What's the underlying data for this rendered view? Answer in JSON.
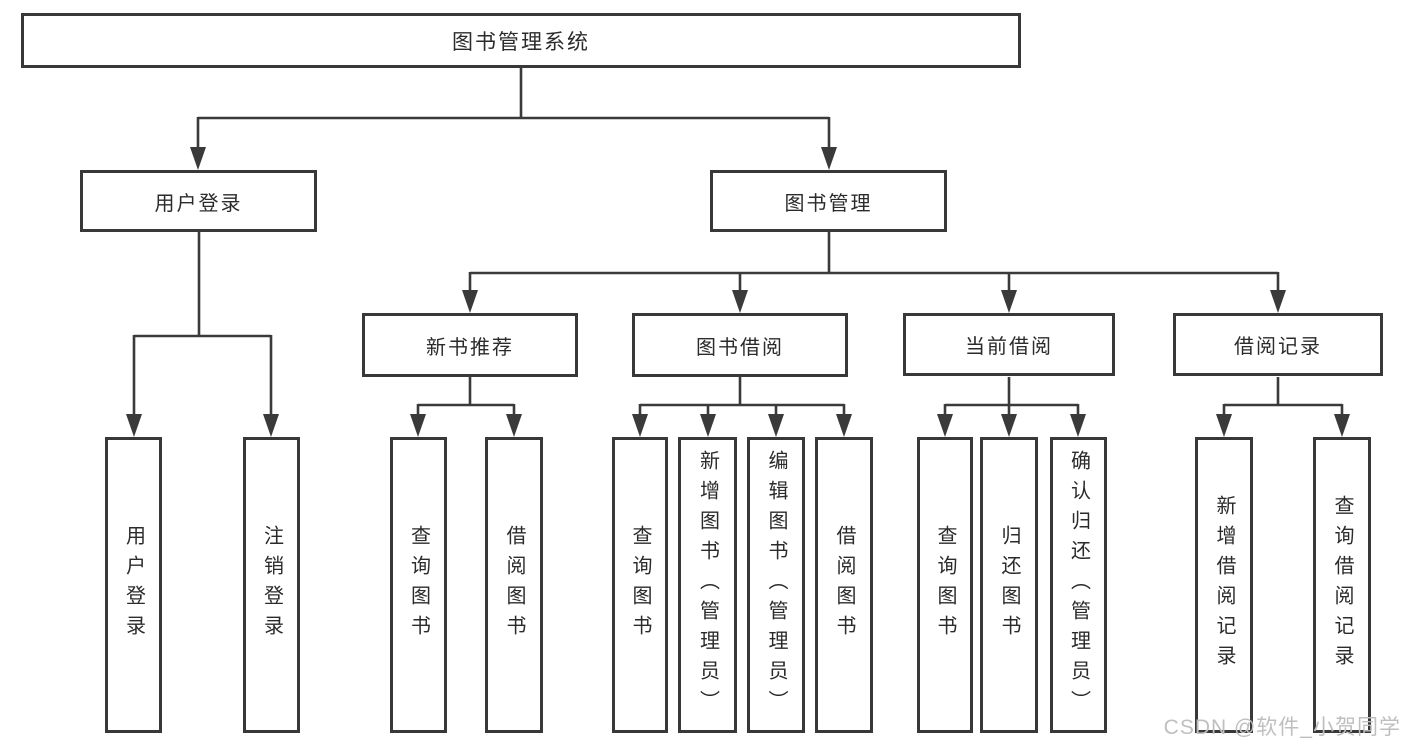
{
  "diagram": {
    "root": {
      "label": "图书管理系统"
    },
    "level2": {
      "user_login": {
        "label": "用户登录"
      },
      "book_mgmt": {
        "label": "图书管理"
      }
    },
    "level3": {
      "new_book_recommend": {
        "label": "新书推荐"
      },
      "book_borrow": {
        "label": "图书借阅"
      },
      "current_borrow": {
        "label": "当前借阅"
      },
      "borrow_records": {
        "label": "借阅记录"
      }
    },
    "leaves": {
      "user_login_login": {
        "label": "用户登录"
      },
      "user_login_logout": {
        "label": "注销登录"
      },
      "new_book_query": {
        "label": "查询图书"
      },
      "new_book_borrow": {
        "label": "借阅图书"
      },
      "borrow_query": {
        "label": "查询图书"
      },
      "borrow_add_admin": {
        "label": "新增图书（管理员）"
      },
      "borrow_edit_admin": {
        "label": "编辑图书（管理员）"
      },
      "borrow_borrow": {
        "label": "借阅图书"
      },
      "current_query": {
        "label": "查询图书"
      },
      "current_return": {
        "label": "归还图书"
      },
      "current_confirm_admin": {
        "label": "确认归还（管理员）"
      },
      "records_add": {
        "label": "新增借阅记录"
      },
      "records_query": {
        "label": "查询借阅记录"
      }
    }
  },
  "watermark": {
    "text": "CSDN @软件_小贺同学"
  },
  "colors": {
    "line": "#3a3a3a",
    "box_border": "#383838",
    "text": "#2b2b2b",
    "watermark": "#bfbfbf",
    "background": "#ffffff"
  }
}
